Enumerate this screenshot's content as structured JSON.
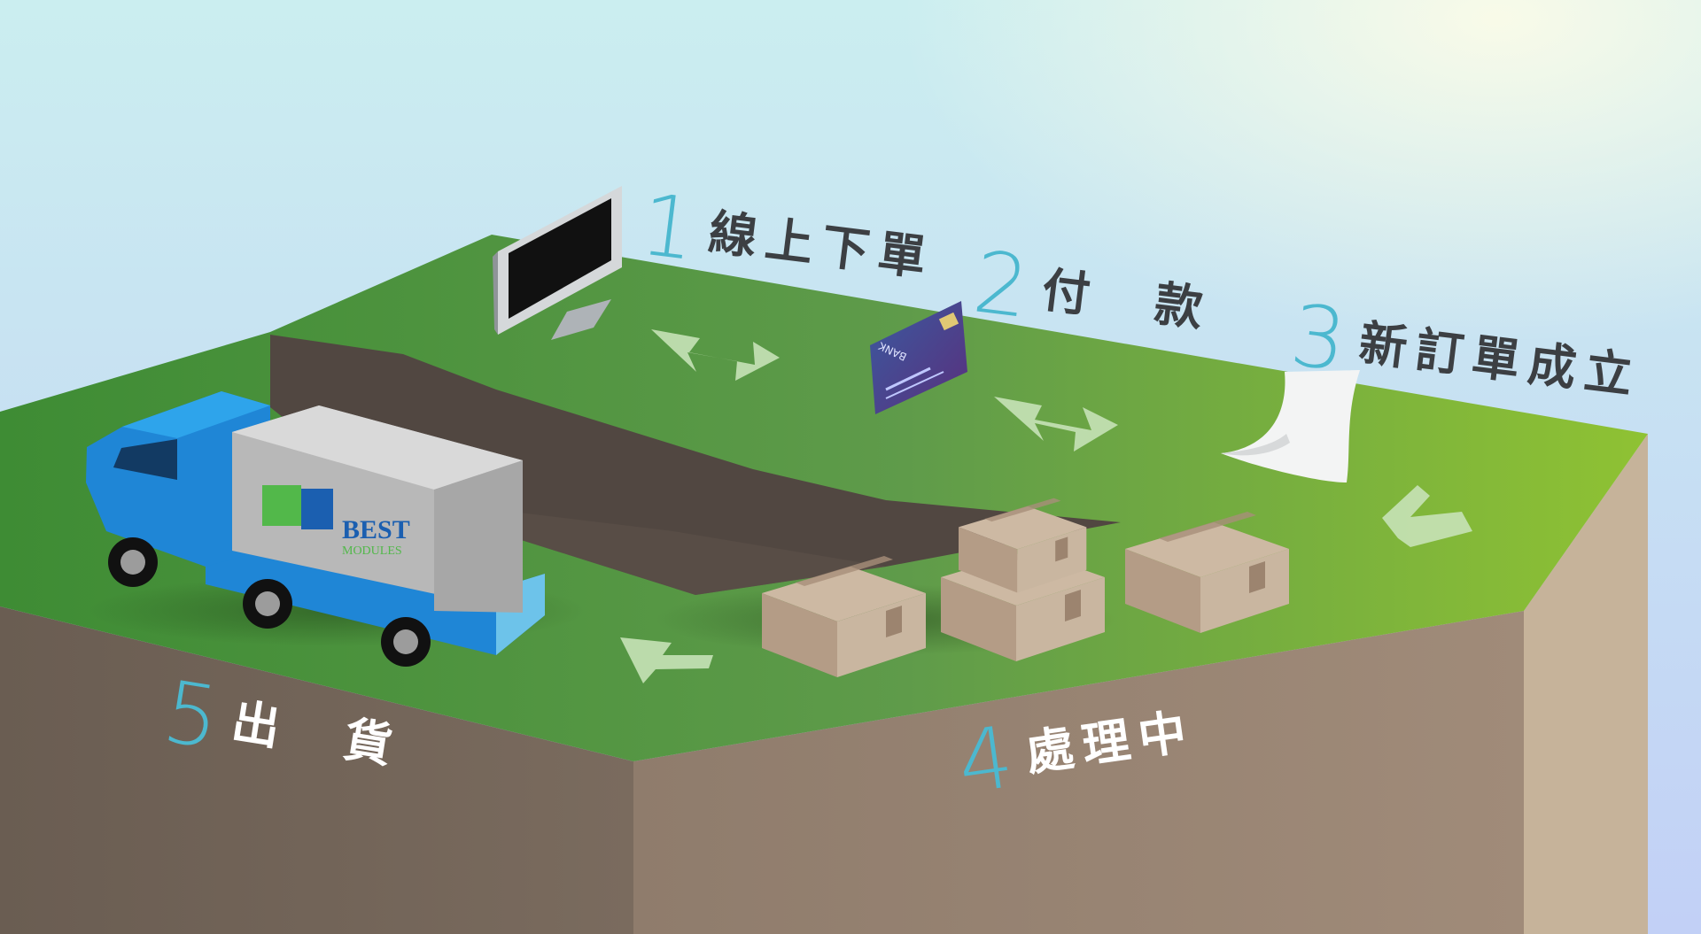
{
  "colors": {
    "sky_top": "#c8eef0",
    "sky_bottom": "#c4d2f5",
    "grass_dark": "#3f8e36",
    "grass_light": "#8dc034",
    "soil_left": "#6e6155",
    "soil_front": "#9a8776",
    "soil_right": "#c6b39a",
    "pit": "#524842",
    "arrow": "#c6e2b7",
    "number_accent": "#4cb8cf",
    "truck_blue": "#1f86d6",
    "box": "#b9a28c",
    "card": "#3d4a8e"
  },
  "icons": [
    "monitor-icon",
    "bank-card-icon",
    "paper-order-icon",
    "cardboard-box-icon",
    "delivery-truck-icon"
  ],
  "card": {
    "bank_text": "BANK"
  },
  "logo": {
    "line1": "BEST",
    "line2": "MODULES"
  },
  "steps": [
    {
      "number": "1",
      "label": "線上下單"
    },
    {
      "number": "2",
      "label": "付　款"
    },
    {
      "number": "3",
      "label": "新訂單成立"
    },
    {
      "number": "4",
      "label": "處理中"
    },
    {
      "number": "5",
      "label": "出　貨"
    }
  ]
}
